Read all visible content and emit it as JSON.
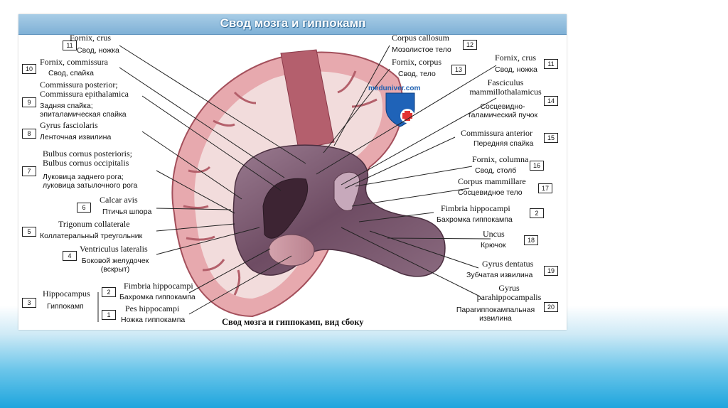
{
  "header": {
    "title": "Свод мозга и гиппокамп"
  },
  "caption": "Свод мозга и гиппокамп, вид сбоку",
  "watermark": {
    "site": "meduniver.com",
    "shield_color": "#1f63b8",
    "cross_color": "#e23232"
  },
  "colors": {
    "header": "#8fbddd",
    "cortex": "#d98a92",
    "brain_body": "#7a5a6e",
    "background": "#1ea5dd"
  },
  "labels_left": [
    {
      "num": "11",
      "latin": "Fornix, crus",
      "ru": "Свод, ножка"
    },
    {
      "num": "10",
      "latin": "Fornix, commissura",
      "ru": "Свод, спайка"
    },
    {
      "num": "9",
      "latin": "Commissura posterior; Commissura epithalamica",
      "ru": "Задняя спайка; эпиталамическая спайка"
    },
    {
      "num": "8",
      "latin": "Gyrus fasciolaris",
      "ru": "Ленточная извилина"
    },
    {
      "num": "7",
      "latin": "Bulbus cornus posterioris; Bulbus cornus occipitalis",
      "ru": "Луковица заднего рога; луковица затылочного рога"
    },
    {
      "num": "6",
      "latin": "Calcar avis",
      "ru": "Птичья шпора"
    },
    {
      "num": "5",
      "latin": "Trigonum collaterale",
      "ru": "Коллатеральный треугольник"
    },
    {
      "num": "4",
      "latin": "Ventriculus lateralis",
      "ru": "Боковой желудочек (вскрыт)"
    },
    {
      "num": "3",
      "latin": "Hippocampus",
      "ru": "Гиппокамп"
    },
    {
      "num": "2",
      "latin": "Fimbria hippocampi",
      "ru": "Бахромка гиппокампа"
    },
    {
      "num": "1",
      "latin": "Pes hippocampi",
      "ru": "Ножка гиппокампа"
    }
  ],
  "labels_right": [
    {
      "num": "12",
      "latin": "Corpus callosum",
      "ru": "Мозолистое тело"
    },
    {
      "num": "13",
      "latin": "Fornix, corpus",
      "ru": "Свод, тело"
    },
    {
      "num": "11",
      "latin": "Fornix, crus",
      "ru": "Свод, ножка"
    },
    {
      "num": "14",
      "latin": "Fasciculus mammillothalamicus",
      "ru": "Сосцевидно-таламический пучок"
    },
    {
      "num": "15",
      "latin": "Commissura anterior",
      "ru": "Передняя спайка"
    },
    {
      "num": "16",
      "latin": "Fornix, columna",
      "ru": "Свод, столб"
    },
    {
      "num": "17",
      "latin": "Corpus mammillare",
      "ru": "Сосцевидное тело"
    },
    {
      "num": "2",
      "latin": "Fimbria hippocampi",
      "ru": "Бахромка гиппокампа"
    },
    {
      "num": "18",
      "latin": "Uncus",
      "ru": "Крючок"
    },
    {
      "num": "19",
      "latin": "Gyrus dentatus",
      "ru": "Зубчатая извилина"
    },
    {
      "num": "20",
      "latin": "Gyrus parahippocampalis",
      "ru": "Парагиппокампальная извилина"
    }
  ]
}
